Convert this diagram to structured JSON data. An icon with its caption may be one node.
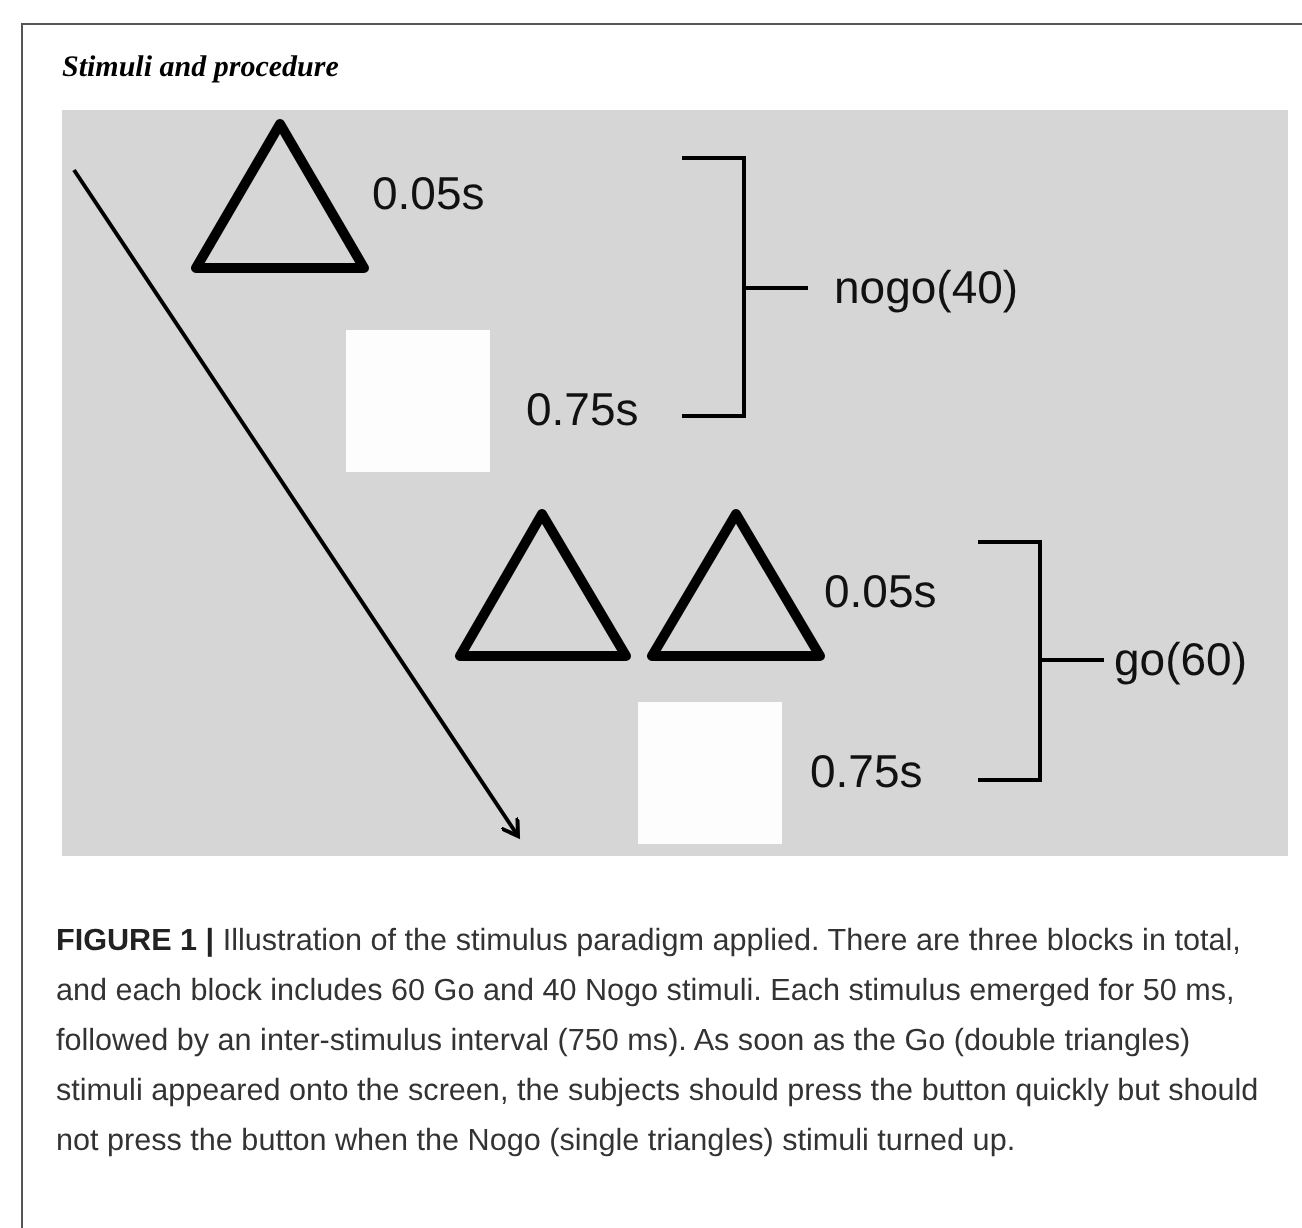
{
  "diagram": {
    "title": "Stimuli and procedure",
    "caption": "**FIGURE 1 |** Illustration of the stimulus paradigm applied. There are three blocks in total, and each block includes 60 Go and 40 Nogo stimuli. Each stimulus emerged for 50 ms, followed by an inter-stimulus interval (750 ms). As soon as the Go (double triangles) stimuli appeared onto the screen, the subjects should press the button quickly but should not press the button when the Nogo (single triangles) stimuli turned up.",
    "labels": [
      "0.05s",
      "0.75s",
      "nogo(40)",
      "0.05s",
      "0.75s",
      "go(60)"
    ]
  }
}
